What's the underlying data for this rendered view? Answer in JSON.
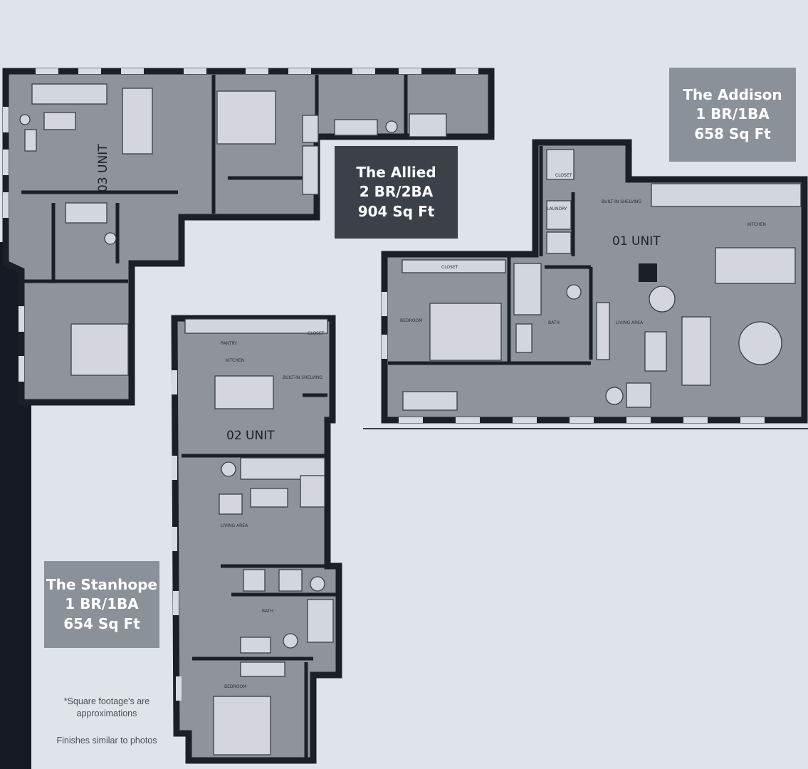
{
  "units": {
    "allied": {
      "name": "The Allied",
      "beds": "2 BR/2BA",
      "area": "904 Sq Ft",
      "plan_label": "03 UNIT"
    },
    "addison": {
      "name": "The Addison",
      "beds": "1 BR/1BA",
      "area": "658 Sq Ft",
      "plan_label": "01 UNIT"
    },
    "stanhope": {
      "name": "The Stanhope",
      "beds": "1 BR/1BA",
      "area": "654 Sq Ft",
      "plan_label": "02 UNIT"
    }
  },
  "rooms": {
    "addison_closet_top": "CLOSET",
    "addison_builtin": "BUILT-IN SHELVING",
    "addison_laundry": "LAUNDRY",
    "addison_kitchen": "KITCHEN",
    "addison_closet_bed": "CLOSET",
    "addison_bedroom": "BEDROOM",
    "addison_bath": "BATH",
    "addison_living": "LIVING AREA",
    "stanhope_pantry": "PANTRY",
    "stanhope_closet": "CLOSET",
    "stanhope_kitchen": "KITCHEN",
    "stanhope_builtin": "BUILT-IN SHELVING",
    "stanhope_living": "LIVING AREA",
    "stanhope_bath": "BATH",
    "stanhope_bedroom": "BEDROOM"
  },
  "notes": {
    "footage": "*Square footage's are approximations",
    "finishes": "Finishes similar to photos"
  },
  "colors": {
    "background": "#dfe3ea",
    "wall": "#1b2028",
    "floor": "#8e949a",
    "label_dark": "#3c4149",
    "label_grey": "#8b9198"
  }
}
